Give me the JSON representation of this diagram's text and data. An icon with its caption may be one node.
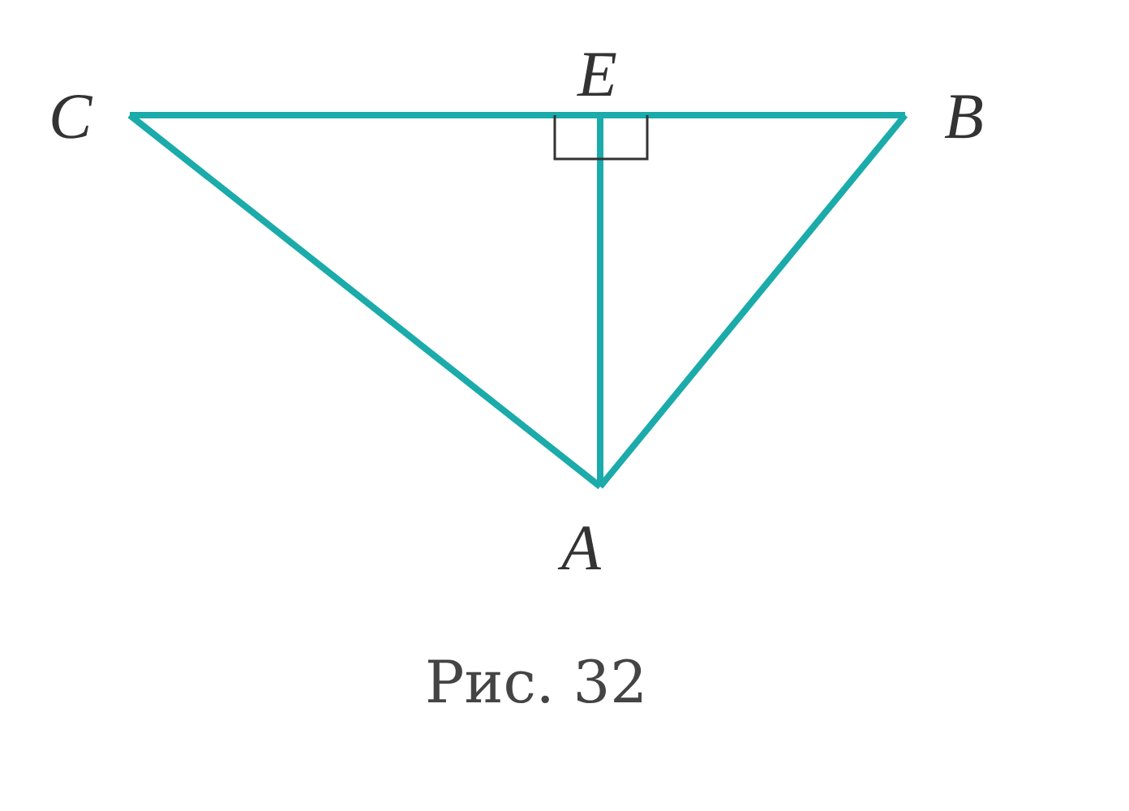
{
  "diagram": {
    "caption": "Рис. 32",
    "nodes": [
      {
        "text": [
          "C"
        ]
      },
      {
        "text": [
          "E"
        ]
      },
      {
        "text": [
          "B"
        ]
      },
      {
        "text": [
          "A"
        ]
      }
    ],
    "edges": [
      {
        "from": 0,
        "to": 1,
        "arrow": "none"
      },
      {
        "from": 1,
        "to": 2,
        "arrow": "none"
      },
      {
        "from": 2,
        "to": 3,
        "arrow": "none"
      },
      {
        "from": 3,
        "to": 0,
        "arrow": "none"
      },
      {
        "from": 1,
        "to": 3,
        "arrow": "none"
      }
    ]
  }
}
